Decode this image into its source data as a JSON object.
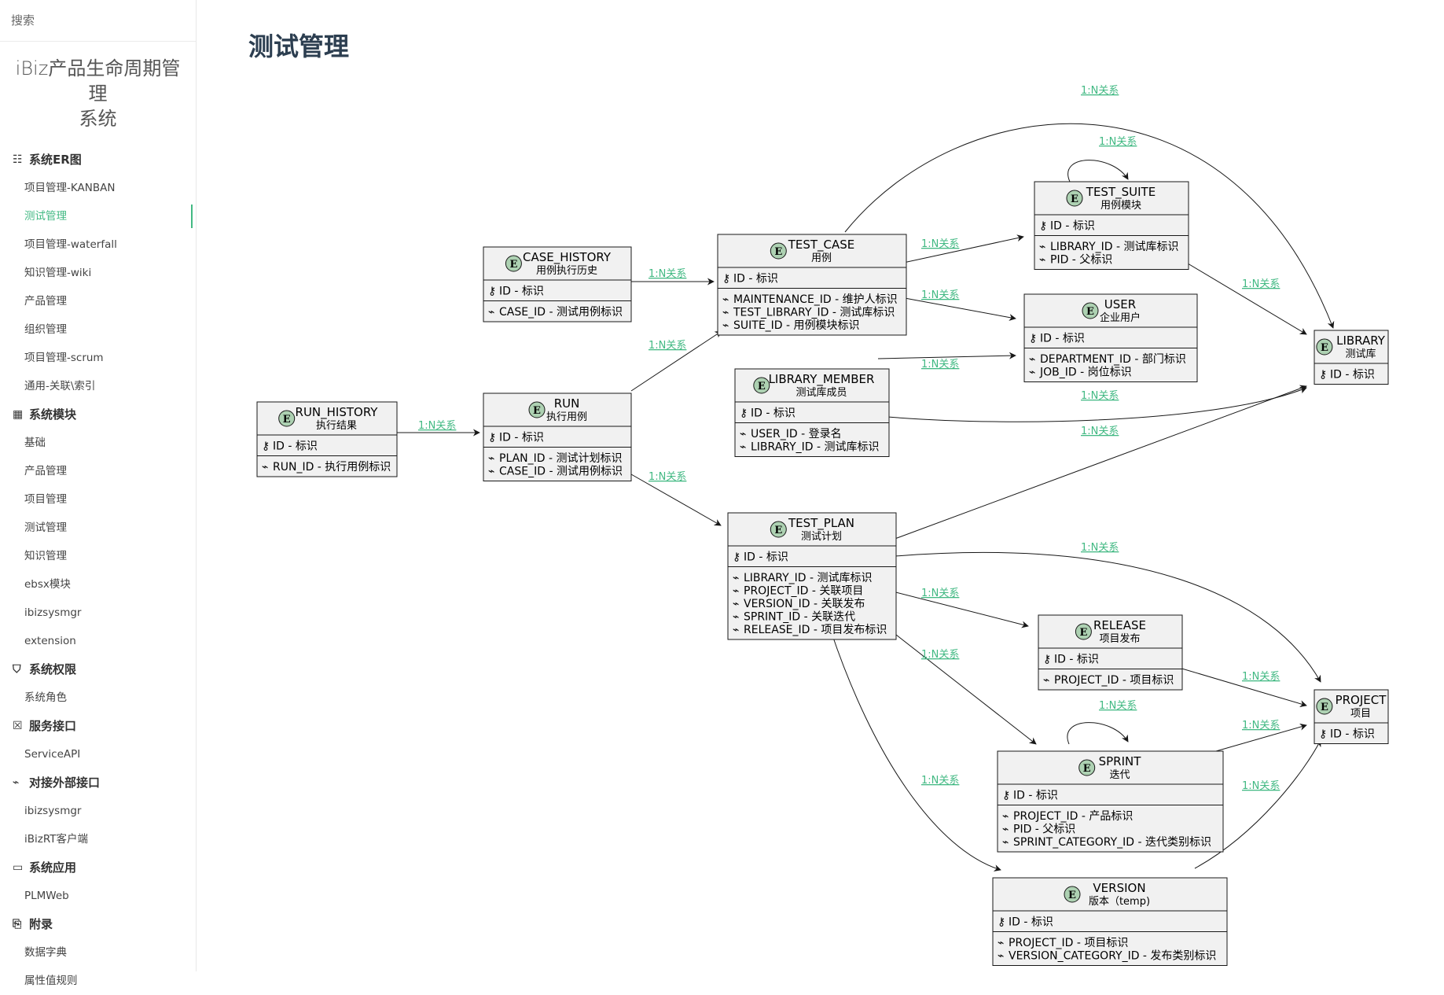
{
  "sidebar": {
    "search_placeholder": "搜索",
    "app_title_line1": "iBiz产品生命周期管理",
    "app_title_line2": "系统",
    "groups": [
      {
        "label": "系统ER图",
        "icon": "sitemap-icon",
        "items": [
          "项目管理-KANBAN",
          "测试管理",
          "项目管理-waterfall",
          "知识管理-wiki",
          "产品管理",
          "组织管理",
          "项目管理-scrum",
          "通用-关联\\索引"
        ]
      },
      {
        "label": "系统模块",
        "icon": "table-icon",
        "items": [
          "基础",
          "产品管理",
          "项目管理",
          "测试管理",
          "知识管理",
          "ebsx模块",
          "ibizsysmgr",
          "extension"
        ]
      },
      {
        "label": "系统权限",
        "icon": "shield-icon",
        "items": [
          "系统角色"
        ]
      },
      {
        "label": "服务接口",
        "icon": "api-icon",
        "items": [
          "ServiceAPI"
        ]
      },
      {
        "label": "对接外部接口",
        "icon": "plug-icon",
        "items": [
          "ibizsysmgr",
          "iBizRT客户端"
        ]
      },
      {
        "label": "系统应用",
        "icon": "desktop-icon",
        "items": [
          "PLMWeb"
        ]
      },
      {
        "label": "附录",
        "icon": "paperclip-icon",
        "items": [
          "数据字典",
          "属性值规则"
        ]
      }
    ],
    "active_item": "测试管理",
    "accent_color": "#42b983"
  },
  "page": {
    "title": "测试管理"
  },
  "diagram": {
    "relation_label": "1:N关系",
    "entities": {
      "run_history": {
        "name": "RUN_HISTORY",
        "cname": "执行结果",
        "pk": [
          "ID - 标识"
        ],
        "fk": [
          "RUN_ID - 执行用例标识"
        ]
      },
      "case_history": {
        "name": "CASE_HISTORY",
        "cname": "用例执行历史",
        "pk": [
          "ID - 标识"
        ],
        "fk": [
          "CASE_ID - 测试用例标识"
        ]
      },
      "run": {
        "name": "RUN",
        "cname": "执行用例",
        "pk": [
          "ID - 标识"
        ],
        "fk": [
          "PLAN_ID - 测试计划标识",
          "CASE_ID - 测试用例标识"
        ]
      },
      "test_case": {
        "name": "TEST_CASE",
        "cname": "用例",
        "pk": [
          "ID - 标识"
        ],
        "fk": [
          "MAINTENANCE_ID - 维护人标识",
          "TEST_LIBRARY_ID - 测试库标识",
          "SUITE_ID - 用例模块标识"
        ]
      },
      "library_member": {
        "name": "LIBRARY_MEMBER",
        "cname": "测试库成员",
        "pk": [
          "ID - 标识"
        ],
        "fk": [
          "USER_ID - 登录名",
          "LIBRARY_ID - 测试库标识"
        ]
      },
      "test_plan": {
        "name": "TEST_PLAN",
        "cname": "测试计划",
        "pk": [
          "ID - 标识"
        ],
        "fk": [
          "LIBRARY_ID - 测试库标识",
          "PROJECT_ID - 关联项目",
          "VERSION_ID - 关联发布",
          "SPRINT_ID - 关联迭代",
          "RELEASE_ID - 项目发布标识"
        ]
      },
      "test_suite": {
        "name": "TEST_SUITE",
        "cname": "用例模块",
        "pk": [
          "ID - 标识"
        ],
        "fk": [
          "LIBRARY_ID - 测试库标识",
          "PID - 父标识"
        ]
      },
      "user": {
        "name": "USER",
        "cname": "企业用户",
        "pk": [
          "ID - 标识"
        ],
        "fk": [
          "DEPARTMENT_ID - 部门标识",
          "JOB_ID - 岗位标识"
        ]
      },
      "release": {
        "name": "RELEASE",
        "cname": "项目发布",
        "pk": [
          "ID - 标识"
        ],
        "fk": [
          "PROJECT_ID - 项目标识"
        ]
      },
      "sprint": {
        "name": "SPRINT",
        "cname": "迭代",
        "pk": [
          "ID - 标识"
        ],
        "fk": [
          "PROJECT_ID - 产品标识",
          "PID - 父标识",
          "SPRINT_CATEGORY_ID - 迭代类别标识"
        ]
      },
      "version": {
        "name": "VERSION",
        "cname": "版本（temp)",
        "pk": [
          "ID - 标识"
        ],
        "fk": [
          "PROJECT_ID - 项目标识",
          "VERSION_CATEGORY_ID - 发布类别标识"
        ]
      },
      "library": {
        "name": "LIBRARY",
        "cname": "测试库",
        "pk": [
          "ID - 标识"
        ],
        "fk": []
      },
      "project": {
        "name": "PROJECT",
        "cname": "项目",
        "pk": [
          "ID - 标识"
        ],
        "fk": []
      }
    }
  }
}
